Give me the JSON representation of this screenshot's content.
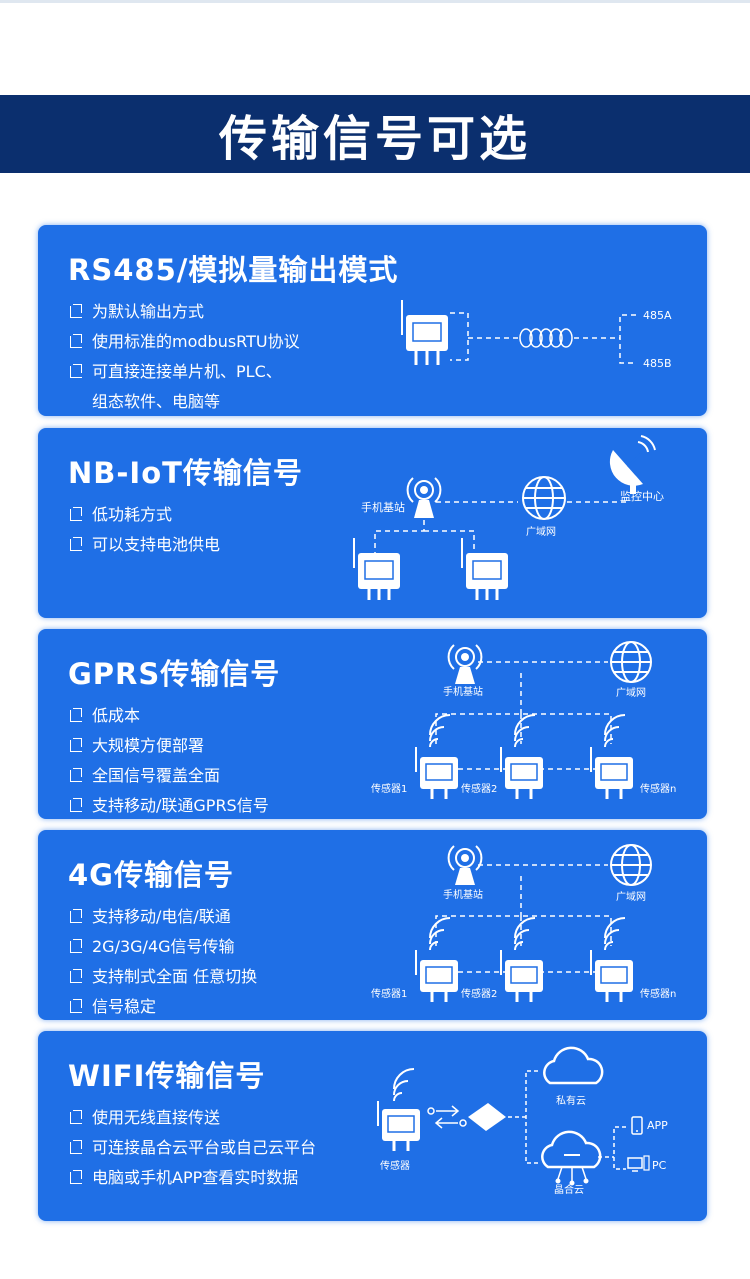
{
  "page": {
    "title": "传输信号可选"
  },
  "cards": [
    {
      "title": "RS485/模拟量输出模式",
      "bullets": [
        "为默认输出方式",
        "使用标准的modbusRTU协议",
        "可直接连接单片机、PLC、",
        "组态软件、电脑等"
      ],
      "labels": {
        "a": "485A",
        "b": "485B"
      }
    },
    {
      "title": "NB-IoT传输信号",
      "bullets": [
        "低功耗方式",
        "可以支持电池供电"
      ],
      "labels": {
        "station": "手机基站",
        "network": "广域网",
        "monitor": "监控中心"
      }
    },
    {
      "title": "GPRS传输信号",
      "bullets": [
        "低成本",
        "大规模方便部署",
        "全国信号覆盖全面",
        "支持移动/联通GPRS信号"
      ],
      "labels": {
        "station": "手机基站",
        "network": "广域网",
        "sensor1": "传感器1",
        "sensor2": "传感器2",
        "sensorn": "传感器n"
      }
    },
    {
      "title": "4G传输信号",
      "bullets": [
        "支持移动/电信/联通",
        "2G/3G/4G信号传输",
        "支持制式全面 任意切换",
        "信号稳定"
      ],
      "labels": {
        "station": "手机基站",
        "network": "广域网",
        "sensor1": "传感器1",
        "sensor2": "传感器2",
        "sensorn": "传感器n"
      }
    },
    {
      "title": "WIFI传输信号",
      "bullets": [
        "使用无线直接传送",
        "可连接晶合云平台或自己云平台",
        "电脑或手机APP查看实时数据"
      ],
      "labels": {
        "sensor": "传感器",
        "private_cloud": "私有云",
        "jinghe_cloud": "晶合云",
        "app": "APP",
        "pc": "PC"
      }
    }
  ],
  "colors": {
    "banner": "#0b2f6e",
    "card": "#1f6fe6",
    "text": "#ffffff"
  }
}
